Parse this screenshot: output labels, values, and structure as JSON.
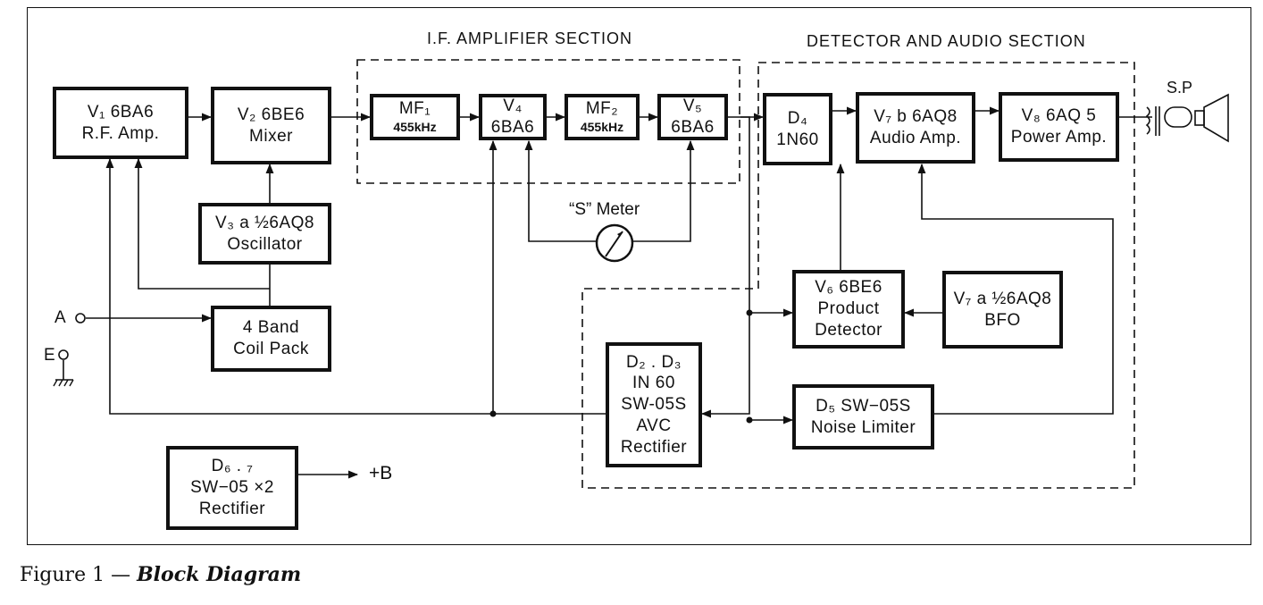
{
  "sections": {
    "if_amplifier": "I.F. AMPLIFIER SECTION",
    "detector_audio": "DETECTOR AND AUDIO SECTION"
  },
  "blocks": {
    "v1": {
      "line1": "V₁ 6BA6",
      "line2": "R.F. Amp."
    },
    "v2": {
      "line1": "V₂ 6BE6",
      "line2": "Mixer"
    },
    "v3": {
      "line1": "V₃ a ½6AQ8",
      "line2": "Oscillator"
    },
    "coil": {
      "line1": "4 Band",
      "line2": "Coil Pack"
    },
    "mf1": {
      "line1": "MF₁",
      "line2": "455kHz"
    },
    "v4": {
      "line1": "V₄",
      "line2": "6BA6"
    },
    "mf2": {
      "line1": "MF₂",
      "line2": "455kHz"
    },
    "v5": {
      "line1": "V₅",
      "line2": "6BA6"
    },
    "d4": {
      "line1": "D₄",
      "line2": "1N60"
    },
    "v7b": {
      "line1": "V₇ b 6AQ8",
      "line2": "Audio Amp."
    },
    "v8": {
      "line1": "V₈ 6AQ 5",
      "line2": "Power Amp."
    },
    "v6": {
      "line1": "V₆ 6BE6",
      "line2": "Product",
      "line3": "Detector"
    },
    "v7a": {
      "line1": "V₇ a ½6AQ8",
      "line2": "BFO"
    },
    "d23": {
      "line1": "D₂ . D₃",
      "line2": "IN 60",
      "line3": "SW-05S",
      "line4": "AVC",
      "line5": "Rectifier"
    },
    "d5": {
      "line1": "D₅ SW−05S",
      "line2": "Noise Limiter"
    },
    "d67": {
      "line1": "D₆ . ₇",
      "line2": "SW−05  ×2",
      "line3": "Rectifier"
    }
  },
  "labels": {
    "s_meter": "“S” Meter",
    "speaker": "S.P",
    "antenna": "A",
    "earth": "E",
    "plus_b": "+B"
  },
  "caption": {
    "prefix": "Figure  1 — ",
    "title": "Block  Diagram"
  }
}
